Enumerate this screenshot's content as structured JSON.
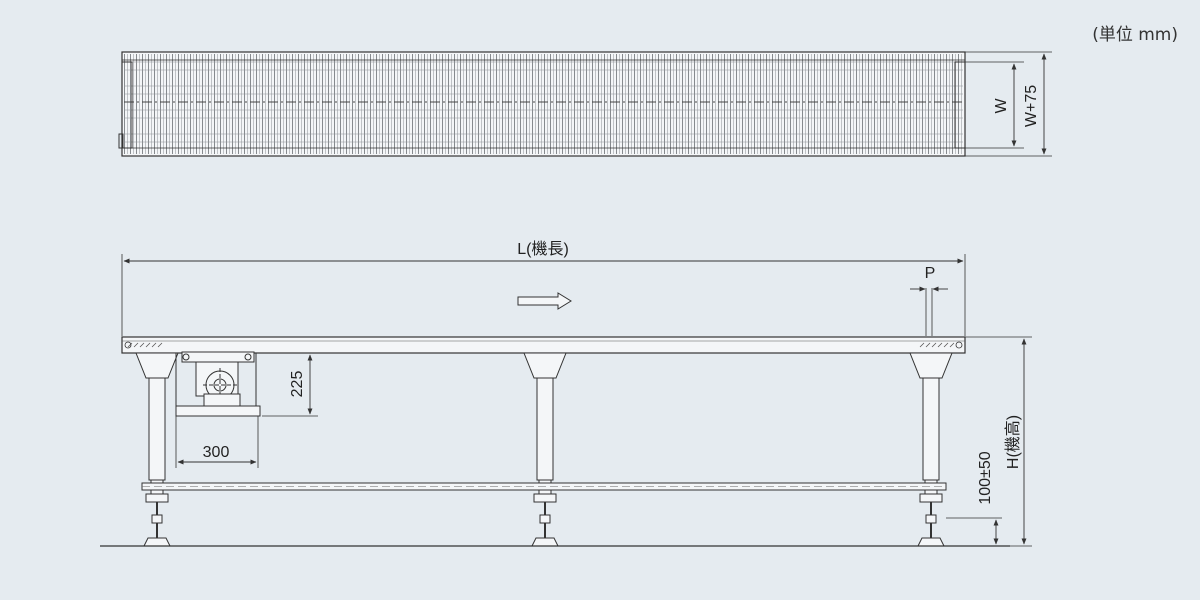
{
  "unit_note": "(単位 mm)",
  "top_view": {
    "dim_w": "W",
    "dim_w75": "W+75"
  },
  "side_view": {
    "dim_length": "L(機長)",
    "dim_pitch": "P",
    "dim_motor_height": "225",
    "dim_motor_width": "300",
    "dim_brace_height": "100±50",
    "dim_machine_height": "H(機高)"
  },
  "colors": {
    "background": "#e5ebf0",
    "line": "#333333"
  }
}
